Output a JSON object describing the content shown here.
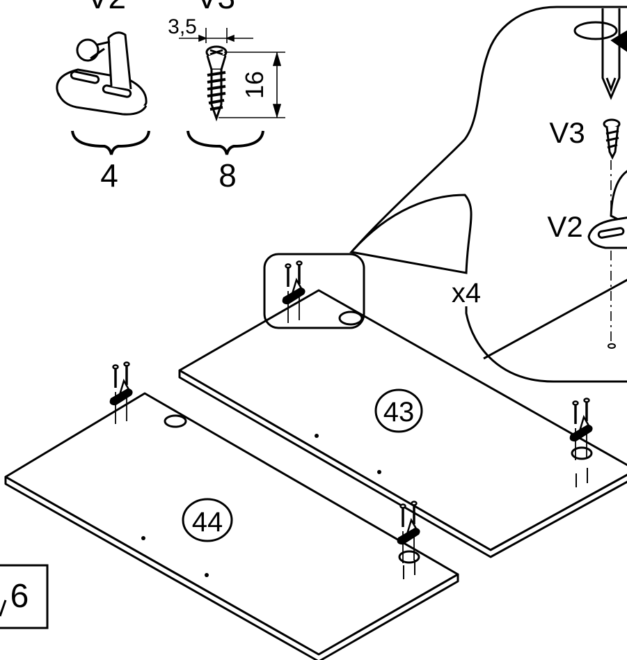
{
  "hardware": {
    "v2": {
      "code": "V2",
      "qty": "4"
    },
    "v3": {
      "code": "V3",
      "qty": "8",
      "diameter": "3,5",
      "length": "16"
    }
  },
  "detail": {
    "multiplier": "x4",
    "v3": "V3",
    "v2": "V2"
  },
  "panels": {
    "p43": "43",
    "p44": "44"
  },
  "step": {
    "number": "6"
  },
  "colors": {
    "ink": "#000000",
    "paper": "#ffffff"
  }
}
